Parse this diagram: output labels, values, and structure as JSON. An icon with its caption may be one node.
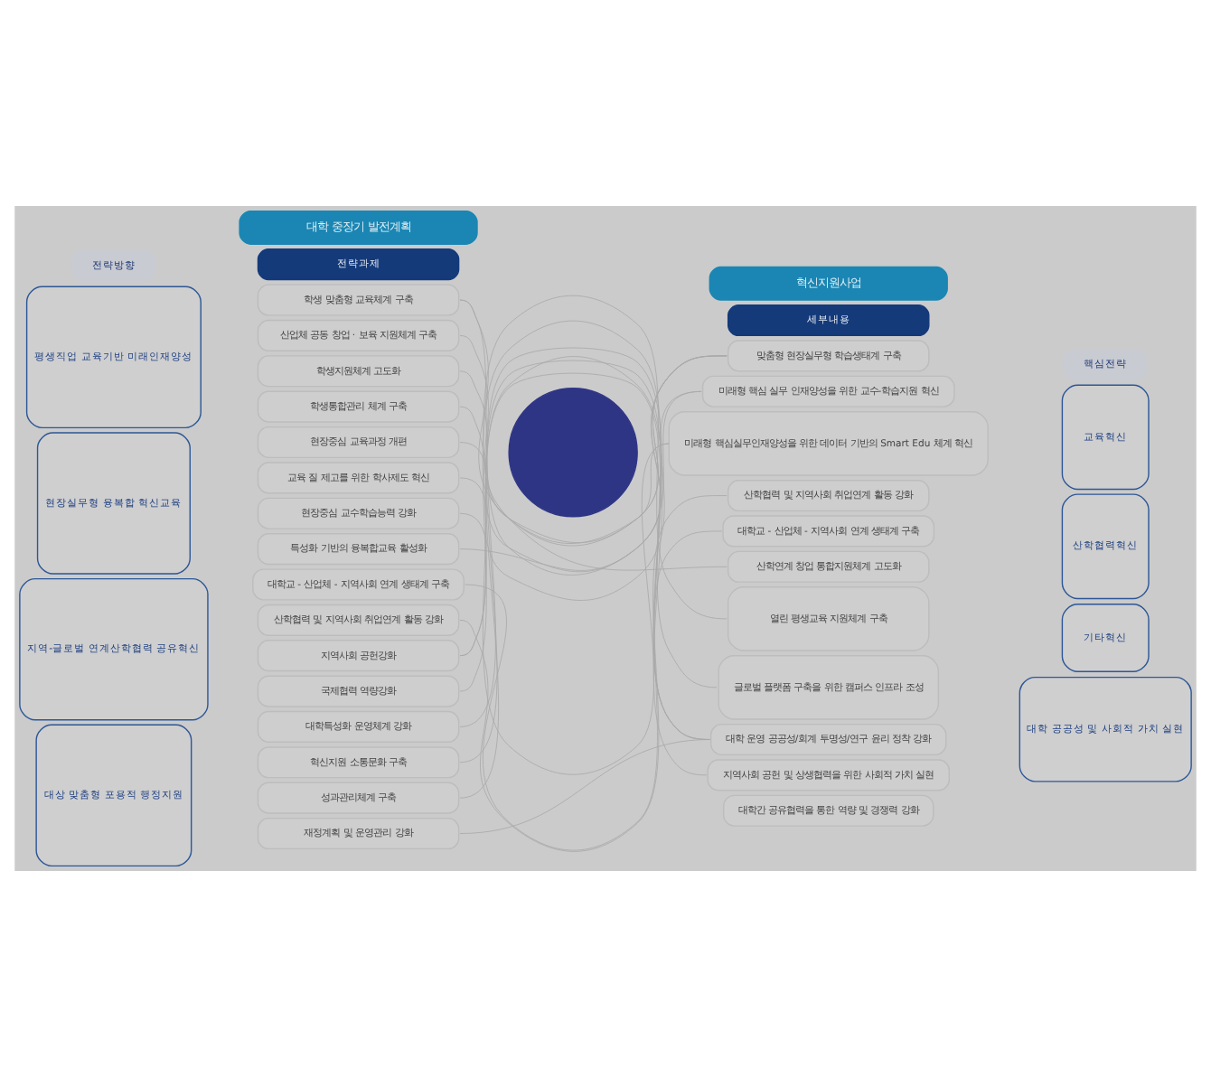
{
  "diagram": {
    "nodes": [
      {
        "text": [
          "대학 중장기 발전계획"
        ]
      },
      {
        "text": [
          "전략방향"
        ]
      },
      {
        "text": [
          "전략과제"
        ]
      },
      {
        "text": [
          "평생직업 교육기반 미래인재양성"
        ]
      },
      {
        "text": [
          "학생 맞춤형 교육체계 구축"
        ]
      },
      {
        "text": [
          "산업체 공동 창업 · 보육 지원체계 구축"
        ]
      },
      {
        "text": [
          "학생지원체계 고도화"
        ]
      },
      {
        "text": [
          "학생통합관리 체계 구축"
        ]
      },
      {
        "text": [
          "현장실무형 융복합 혁신교육"
        ]
      },
      {
        "text": [
          "현장중심 교육과정 개편"
        ]
      },
      {
        "text": [
          "교육 질 제고를 위한 학사제도 혁신"
        ]
      },
      {
        "text": [
          "현장중심 교수학습능력 강화"
        ]
      },
      {
        "text": [
          "특성화 기반의 융복합교육 활성화"
        ]
      },
      {
        "text": [
          "지역-글로벌 연계산학협력 공유혁신"
        ]
      },
      {
        "text": [
          "대학교 - 산업체 - 지역사회 연계 생태계 구축"
        ]
      },
      {
        "text": [
          "산학협력 및 지역사회 취업연계 활동 강화"
        ]
      },
      {
        "text": [
          "지역사회 공헌강화"
        ]
      },
      {
        "text": [
          "국제협력 역량강화"
        ]
      },
      {
        "text": [
          "대상 맞춤형 포용적 행정지원"
        ]
      },
      {
        "text": [
          "대학특성화 운영체계 강화"
        ]
      },
      {
        "text": [
          "혁신지원 소통문화 구축"
        ]
      },
      {
        "text": [
          "성과관리체계 구축"
        ]
      },
      {
        "text": [
          "재정계획 및 운영관리 강화"
        ]
      },
      {
        "text": [],
        "shape": "circle"
      },
      {
        "text": [
          "혁신지원사업"
        ]
      },
      {
        "text": [
          "세부내용"
        ]
      },
      {
        "text": [
          "핵심전략"
        ]
      },
      {
        "text": [
          "맞춤형 현장실무형 학습생태계 구축"
        ]
      },
      {
        "text": [
          "미래형 핵심 실무 인재양성을 위한 교수-학습지원 혁신"
        ]
      },
      {
        "text": [
          "미래형 핵심실무인재양성을 위한 데이터 기반의 Smart Edu 체계 혁신"
        ]
      },
      {
        "text": [
          "교육혁신"
        ]
      },
      {
        "text": [
          "산학협력 및 지역사회 취업연계 활동 강화"
        ]
      },
      {
        "text": [
          "대학교 - 산업체 - 지역사회 연계 생태계 구축"
        ]
      },
      {
        "text": [
          "산학연계 창업 통합지원체계 고도화"
        ]
      },
      {
        "text": [
          "산학협력혁신"
        ]
      },
      {
        "text": [
          "열린 평생교육 지원체계 구축"
        ]
      },
      {
        "text": [
          "글로벌 플랫폼 구축을 위한 캠퍼스 인프라 조성"
        ]
      },
      {
        "text": [
          "기타혁신"
        ]
      },
      {
        "text": [
          "대학 운영 공공성/회계 투명성/연구 윤리 정착 강화"
        ]
      },
      {
        "text": [
          "지역사회 공헌 및 상생협력을 위한 사회적 가치 실현"
        ]
      },
      {
        "text": [
          "대학간 공유협력을 통한 역량 및 경쟁력 강화"
        ]
      },
      {
        "text": [
          "대학 공공성 및 사회적 가치 실현"
        ]
      }
    ],
    "edges": [
      {
        "from": 4,
        "to": 27,
        "arrow": "none"
      },
      {
        "from": 4,
        "to": 28,
        "arrow": "none"
      },
      {
        "from": 5,
        "to": 33,
        "arrow": "none"
      },
      {
        "from": 6,
        "to": 29,
        "arrow": "none"
      },
      {
        "from": 7,
        "to": 29,
        "arrow": "none"
      },
      {
        "from": 9,
        "to": 27,
        "arrow": "none"
      },
      {
        "from": 10,
        "to": 27,
        "arrow": "none"
      },
      {
        "from": 11,
        "to": 28,
        "arrow": "none"
      },
      {
        "from": 12,
        "to": 27,
        "arrow": "none"
      },
      {
        "from": 14,
        "to": 32,
        "arrow": "none"
      },
      {
        "from": 15,
        "to": 31,
        "arrow": "none"
      },
      {
        "from": 16,
        "to": 35,
        "arrow": "none"
      },
      {
        "from": 16,
        "to": 39,
        "arrow": "none"
      },
      {
        "from": 17,
        "to": 36,
        "arrow": "none"
      },
      {
        "from": 19,
        "to": 38,
        "arrow": "none"
      },
      {
        "from": 20,
        "to": 38,
        "arrow": "none"
      },
      {
        "from": 21,
        "to": 38,
        "arrow": "none"
      },
      {
        "from": 22,
        "to": 38,
        "arrow": "none"
      }
    ]
  }
}
